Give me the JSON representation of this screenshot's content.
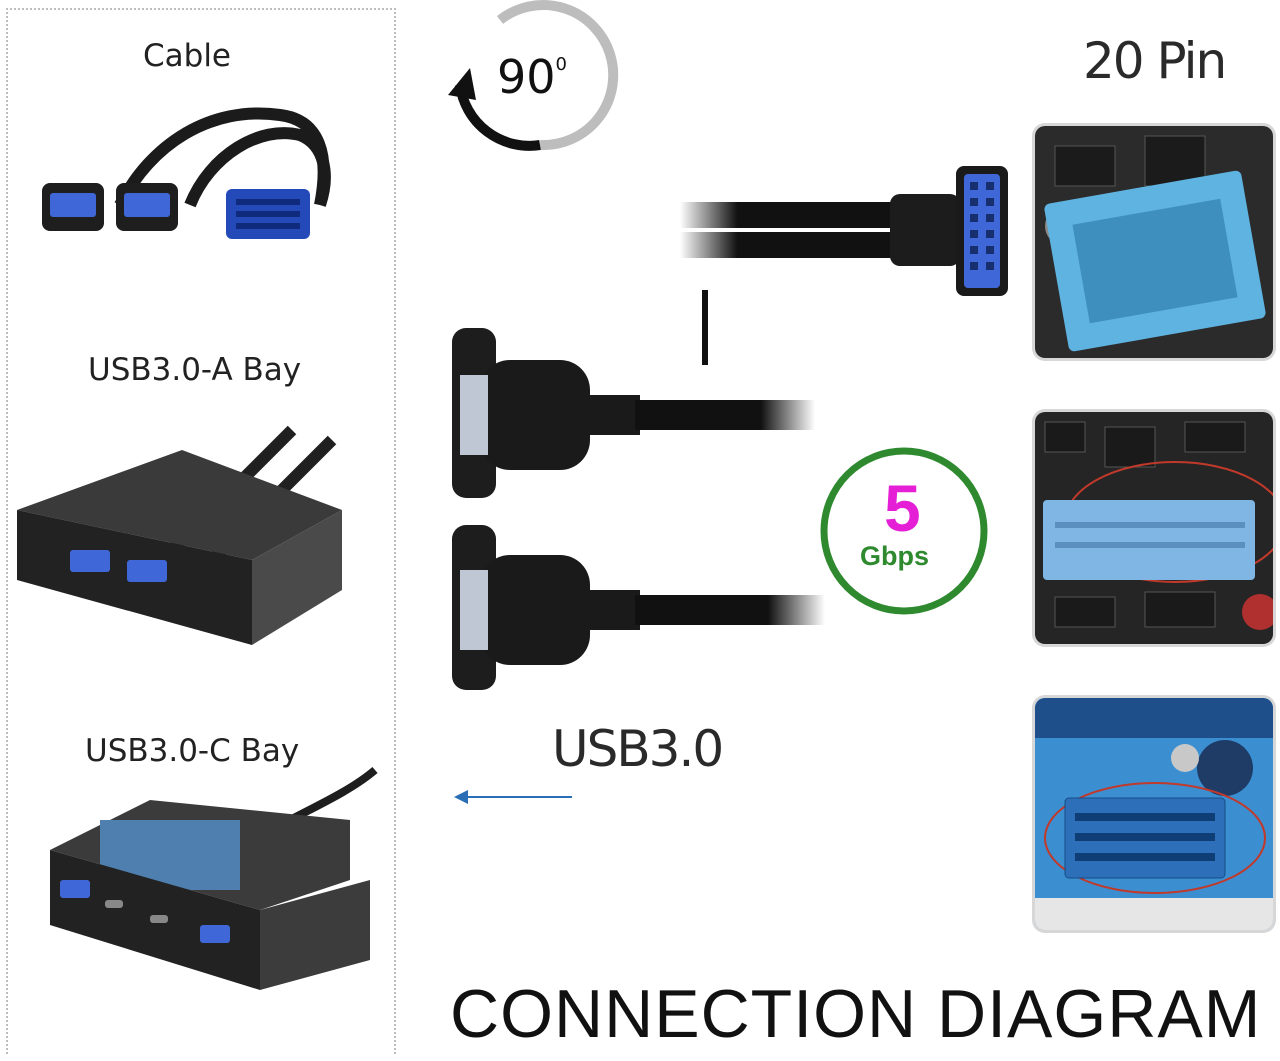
{
  "labels": {
    "cable": "Cable",
    "usb_a_bay": "USB3.0-A Bay",
    "usb_c_bay": "USB3.0-C Bay",
    "rotation": "90",
    "rotation_unit": "0",
    "pin": "20 Pin",
    "usb": "USB3.0",
    "speed_value": "5",
    "speed_unit": "Gbps",
    "title": "CONNECTION DIAGRAM"
  },
  "colors": {
    "usb_blue": "#3f67d8",
    "header_blue": "#58a9d6",
    "speed_magenta": "#e51fd6",
    "speed_green": "#2f8a2f",
    "arrow_blue": "#2a6fb5"
  },
  "icons": [
    "rotate-arrow-icon",
    "left-arrow-icon"
  ]
}
